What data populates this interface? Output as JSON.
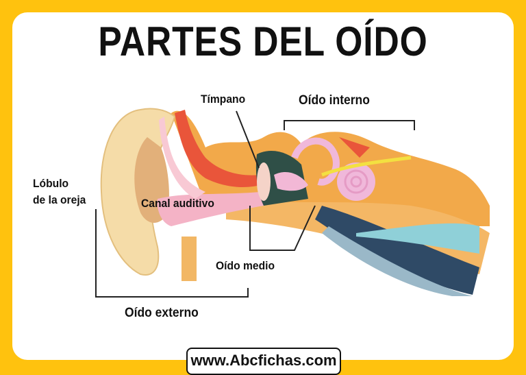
{
  "title": "PARTES DEL OÍDO",
  "labels": {
    "timpano": "Tímpano",
    "oido_interno": "Oído interno",
    "lobulo_line1": "Lóbulo",
    "lobulo_line2": "de la oreja",
    "canal_auditivo": "Canal auditivo",
    "oido_medio": "Oído medio",
    "oido_externo": "Oído externo"
  },
  "footer": {
    "url": "www.Abcfichas.com"
  },
  "colors": {
    "background": "#FFC20E",
    "card": "#FFFFFF"
  }
}
